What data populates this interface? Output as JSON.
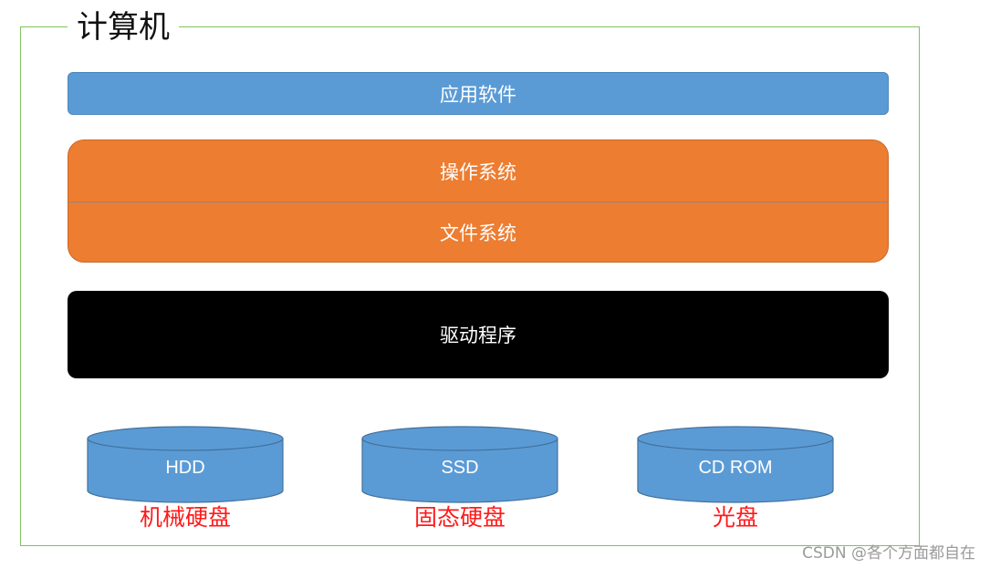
{
  "diagram": {
    "title": "计算机",
    "layers": {
      "application": "应用软件",
      "operating_system": "操作系统",
      "file_system": "文件系统",
      "driver": "驱动程序"
    },
    "storage": [
      {
        "label": "HDD",
        "caption": "机械硬盘"
      },
      {
        "label": "SSD",
        "caption": "固态硬盘"
      },
      {
        "label": "CD ROM",
        "caption": "光盘"
      }
    ],
    "watermark": "CSDN @各个方面都自在"
  },
  "colors": {
    "frame_border": "#7fc35c",
    "application": "#5b9bd5",
    "operating_system": "#ed7d31",
    "driver": "#000000",
    "disk": "#5b9bd5",
    "caption": "#ff1a1a"
  }
}
